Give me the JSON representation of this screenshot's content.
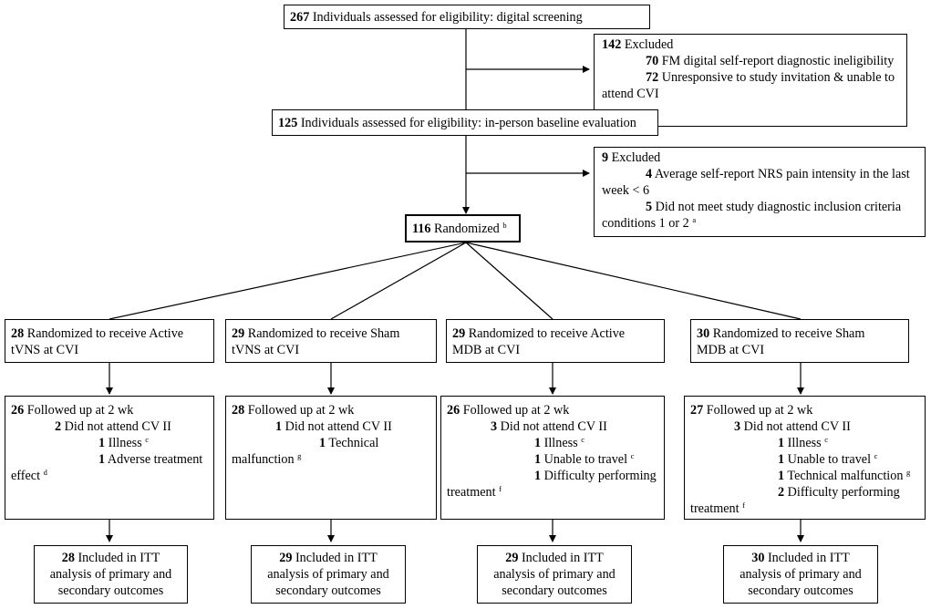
{
  "screening": {
    "count": "267",
    "text": "Individuals assessed for eligibility: digital screening"
  },
  "excluded1": {
    "count": "142",
    "label": "Excluded",
    "items": [
      {
        "count": "70",
        "text": "FM digital self-report diagnostic ineligibility"
      },
      {
        "count": "72",
        "text": "Unresponsive to study invitation & unable to",
        "cont": "attend CVI"
      }
    ]
  },
  "baseline": {
    "count": "125",
    "text": "Individuals assessed for eligibility: in-person baseline evaluation"
  },
  "excluded2": {
    "count": "9",
    "label": "Excluded",
    "items": [
      {
        "count": "4",
        "text": "Average self-report NRS pain intensity in the last",
        "cont": "week < 6"
      },
      {
        "count": "5",
        "text": "Did not meet study diagnostic inclusion criteria",
        "cont": "conditions 1 or 2",
        "sup": "a"
      }
    ]
  },
  "randomized": {
    "count": "116",
    "text": "Randomized",
    "sup": "b"
  },
  "arms": [
    {
      "alloc": {
        "count": "28",
        "line1": "Randomized to receive Active",
        "line2": "tVNS at CVI"
      },
      "followup": {
        "count": "26",
        "text": "Followed up at 2 wk",
        "l2": {
          "count": "2",
          "text": "Did not attend CV II"
        },
        "l3": {
          "count": "1",
          "text": "Illness",
          "sup": "c"
        },
        "l4": {
          "count": "1",
          "text": "Adverse treatment"
        },
        "l5": {
          "text": "effect",
          "sup": "d"
        }
      },
      "itt": {
        "count": "28",
        "line1": "Included in ITT",
        "line2": "analysis of primary and",
        "line3": "secondary outcomes"
      }
    },
    {
      "alloc": {
        "count": "29",
        "line1": "Randomized to receive Sham",
        "line2": "tVNS at CVI"
      },
      "followup": {
        "count": "28",
        "text": "Followed up at 2 wk",
        "l2": {
          "count": "1",
          "text": "Did not attend CV II"
        },
        "l3": {
          "count": "1",
          "text": "Technical"
        },
        "l4": {
          "text": "malfunction",
          "sup": "g"
        }
      },
      "itt": {
        "count": "29",
        "line1": "Included in ITT",
        "line2": "analysis of primary and",
        "line3": "secondary outcomes"
      }
    },
    {
      "alloc": {
        "count": "29",
        "line1": "Randomized to receive Active",
        "line2": "MDB at CVI"
      },
      "followup": {
        "count": "26",
        "text": "Followed up at 2 wk",
        "l2": {
          "count": "3",
          "text": "Did not attend CV II"
        },
        "l3": {
          "count": "1",
          "text": "Illness",
          "sup": "c"
        },
        "l4": {
          "count": "1",
          "text": "Unable to travel",
          "sup": "c"
        },
        "l5": {
          "count": "1",
          "text": "Difficulty performing"
        },
        "l6": {
          "text": "treatment",
          "sup": "f"
        }
      },
      "itt": {
        "count": "29",
        "line1": "Included in ITT",
        "line2": "analysis of primary and",
        "line3": "secondary outcomes"
      }
    },
    {
      "alloc": {
        "count": "30",
        "line1": "Randomized to receive Sham",
        "line2": "MDB at CVI"
      },
      "followup": {
        "count": "27",
        "text": "Followed up at 2 wk",
        "l2": {
          "count": "3",
          "text": "Did not attend CV II"
        },
        "l3": {
          "count": "1",
          "text": "Illness",
          "sup": "c"
        },
        "l4": {
          "count": "1",
          "text": "Unable to travel",
          "sup": "c"
        },
        "l5": {
          "count": "1",
          "text": "Technical malfunction",
          "sup": "g"
        },
        "l6": {
          "count": "2",
          "text": "Difficulty performing"
        },
        "l7": {
          "text": "treatment",
          "sup": "f"
        }
      },
      "itt": {
        "count": "30",
        "line1": "Included in ITT",
        "line2": "analysis of primary and",
        "line3": "secondary outcomes"
      }
    }
  ]
}
